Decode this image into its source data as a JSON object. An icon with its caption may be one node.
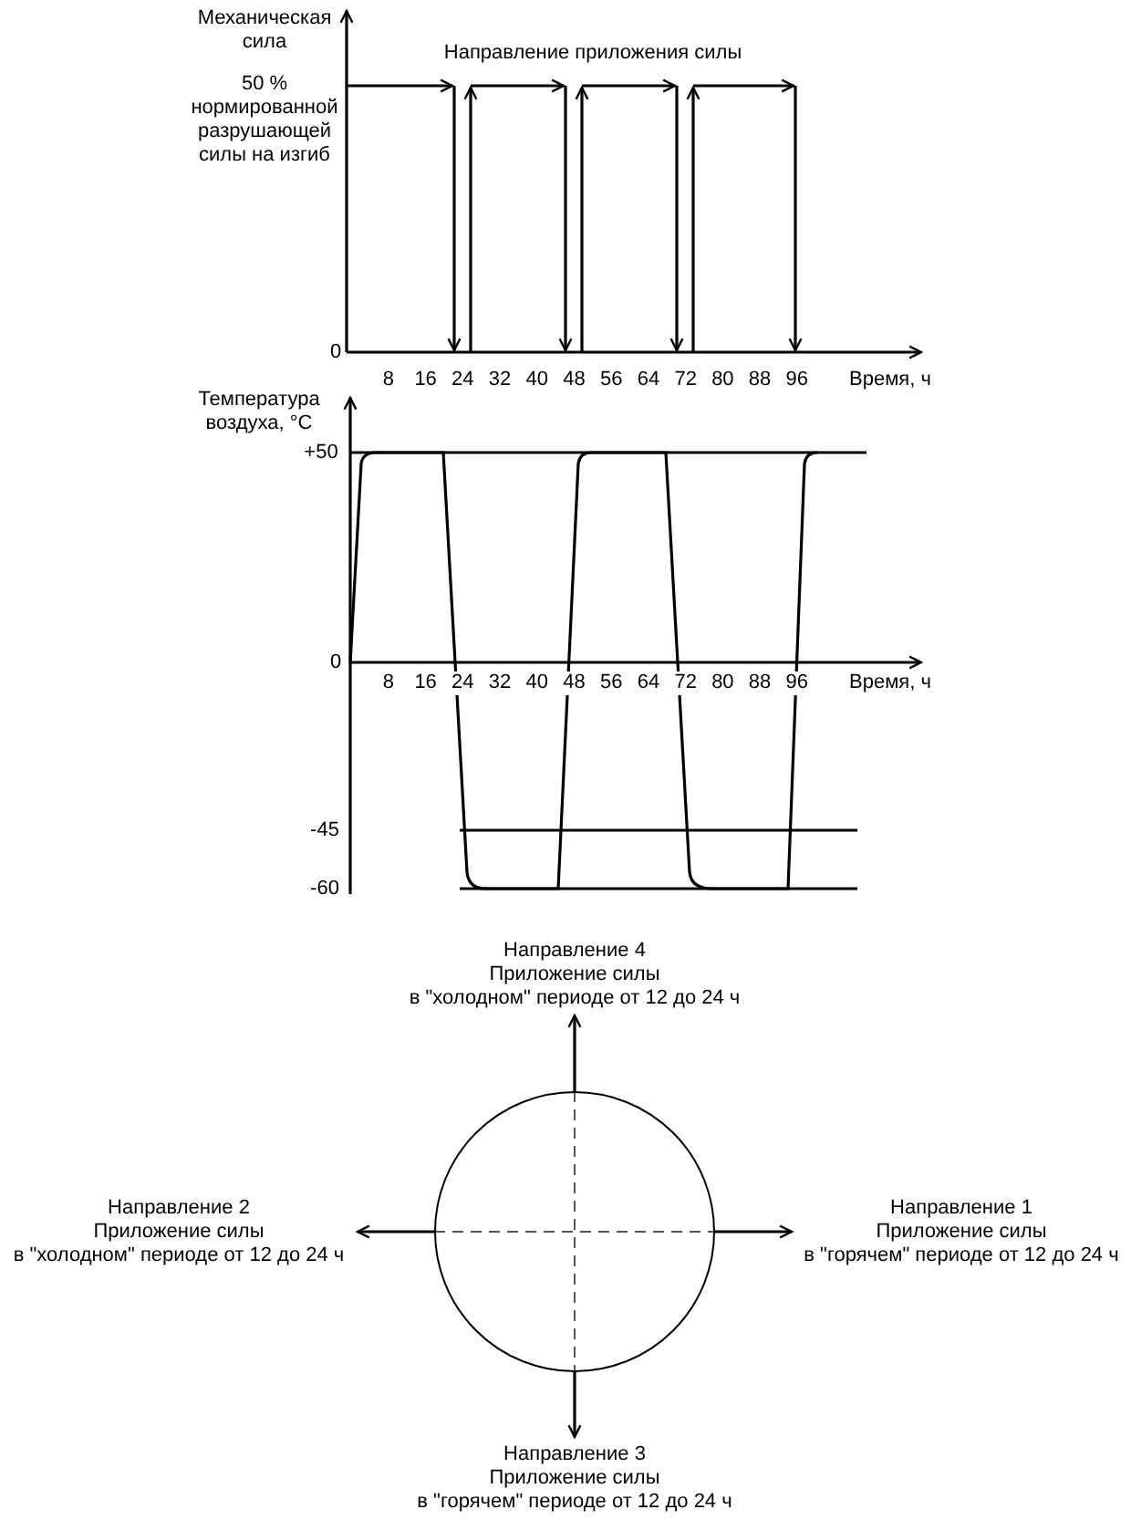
{
  "diagram": {
    "nodes": [
      {
        "text": [
          "Направление 4",
          "Приложение силы",
          "в \"холодном\" периоде от 12 до 24 ч"
        ]
      },
      {
        "text": [
          "Направление 2",
          "Приложение силы",
          "в \"холодном\" периоде от 12 до 24 ч"
        ]
      },
      {
        "text": [],
        "shape": "circle"
      },
      {
        "text": [
          "Направление 1",
          "Приложение силы",
          "в \"горячем\" периоде от 12 до 24 ч"
        ]
      },
      {
        "text": [
          "Направление 3",
          "Приложение силы",
          "в \"горячем\" периоде от 12 до 24 ч"
        ]
      }
    ],
    "edges": [
      {
        "from": 2,
        "to": 0,
        "arrow": "to"
      },
      {
        "from": 2,
        "to": 1,
        "arrow": "to"
      },
      {
        "from": 2,
        "to": 3,
        "arrow": "to"
      },
      {
        "from": 2,
        "to": 4,
        "arrow": "to"
      }
    ],
    "labels": [
      "Механическая сила",
      "Направление приложения силы",
      "50 % нормированной разрушающей силы на изгиб",
      "0",
      "8",
      "16",
      "24",
      "32",
      "40",
      "48",
      "56",
      "64",
      "72",
      "80",
      "88",
      "96",
      "Время, ч",
      "Температура воздуха, °C",
      "+50",
      "0",
      "8",
      "16",
      "24",
      "32",
      "40",
      "48",
      "56",
      "64",
      "72",
      "80",
      "88",
      "96",
      "Время, ч",
      "-45",
      "-60"
    ]
  }
}
